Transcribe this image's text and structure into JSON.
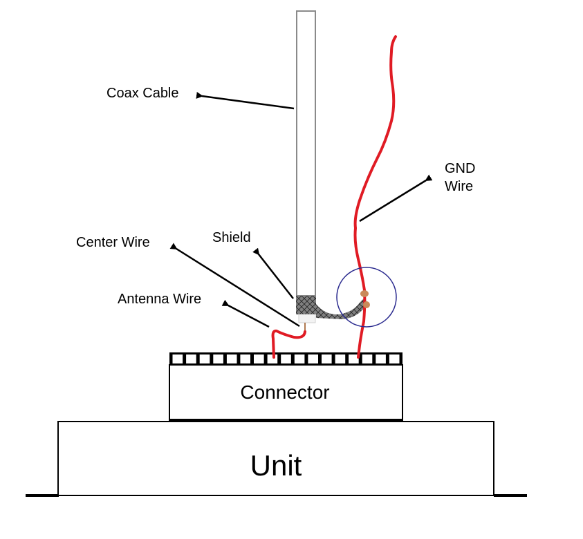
{
  "diagram": {
    "title": "Coax antenna wiring to unit connector",
    "labels": {
      "coax_cable": "Coax Cable",
      "gnd_wire_line1": "GND",
      "gnd_wire_line2": "Wire",
      "center_wire": "Center Wire",
      "shield": "Shield",
      "antenna_wire": "Antenna Wire",
      "connector": "Connector",
      "unit": "Unit"
    },
    "connector_pin_count": 17,
    "colors": {
      "wire_red": "#e01b24",
      "coax_outline": "#8a8a8a",
      "shield_gray": "#808080",
      "solder_copper": "#c98a5a",
      "highlight_circle": "#2b2b8f",
      "outline_black": "#000000"
    },
    "callouts": [
      {
        "name": "coax-cable",
        "points_to": "coax cable body"
      },
      {
        "name": "gnd-wire",
        "points_to": "ground wire"
      },
      {
        "name": "center-wire",
        "points_to": "coax center conductor"
      },
      {
        "name": "shield",
        "points_to": "braided shield"
      },
      {
        "name": "antenna-wire",
        "points_to": "antenna lead to connector"
      }
    ]
  }
}
